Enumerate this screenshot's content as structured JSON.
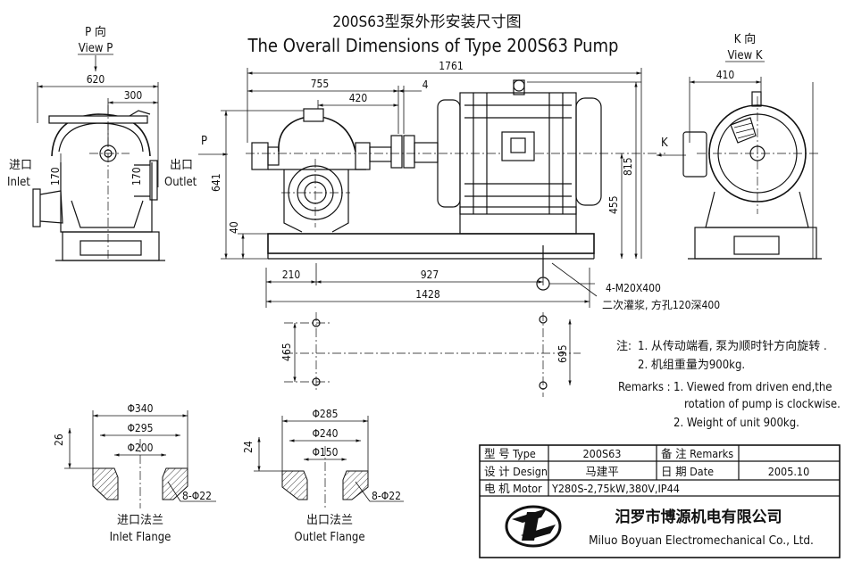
{
  "title_cn": "200S63型泵外形安装尺寸图",
  "title_en": "The Overall Dimensions of Type 200S63 Pump",
  "views": {
    "view_p_cn": "P 向",
    "view_p_en": "View P",
    "view_k_cn": "K 向",
    "view_k_en": "View K",
    "p_arrow": "P",
    "k_arrow": "K"
  },
  "side_labels": {
    "inlet_cn": "进口",
    "inlet_en": "Inlet",
    "outlet_cn": "出口",
    "outlet_en": "Outlet"
  },
  "dimensions": {
    "d620": "620",
    "d300": "300",
    "d170a": "170",
    "d170b": "170",
    "d1761": "1761",
    "d755": "755",
    "d420": "420",
    "d4": "4",
    "d641": "641",
    "d40": "40",
    "d455": "455",
    "d815": "815",
    "d410": "410",
    "d210": "210",
    "d927": "927",
    "d1428": "1428",
    "d465": "465",
    "d695": "695",
    "bolt": "4-M20X400",
    "grout": "二次灌浆, 方孔120深400"
  },
  "notes": {
    "cn_prefix": "注:",
    "cn_1": "1. 从传动端看, 泵为顺时针方向旋转 .",
    "cn_2": "2. 机组重量为900kg.",
    "en_prefix": "Remarks :",
    "en_1a": "1. Viewed from driven end,the",
    "en_1b": "rotation of pump is  clockwise.",
    "en_2": "2. Weight of unit 900kg."
  },
  "inlet_flange": {
    "d_outer": "Φ340",
    "d_pcd": "Φ295",
    "d_bore": "Φ200",
    "thick": "26",
    "holes": "8-Φ22",
    "label_cn": "进口法兰",
    "label_en": "Inlet Flange"
  },
  "outlet_flange": {
    "d_outer": "Φ285",
    "d_pcd": "Φ240",
    "d_bore": "Φ150",
    "thick": "24",
    "holes": "8-Φ22",
    "label_cn": "出口法兰",
    "label_en": "Outlet Flange"
  },
  "title_block": {
    "type_label": "型 号 Type",
    "type_value": "200S63",
    "remarks_label": "备 注 Remarks",
    "design_label": "设 计 Design",
    "design_value": "马建平",
    "date_label": "日 期 Date",
    "date_value": "2005.10",
    "motor_label": "电 机 Motor",
    "motor_value": "Y280S-2,75kW,380V,IP44",
    "company_cn": "汨罗市博源机电有限公司",
    "company_en": "Miluo Boyuan Electromechanical Co., Ltd."
  }
}
